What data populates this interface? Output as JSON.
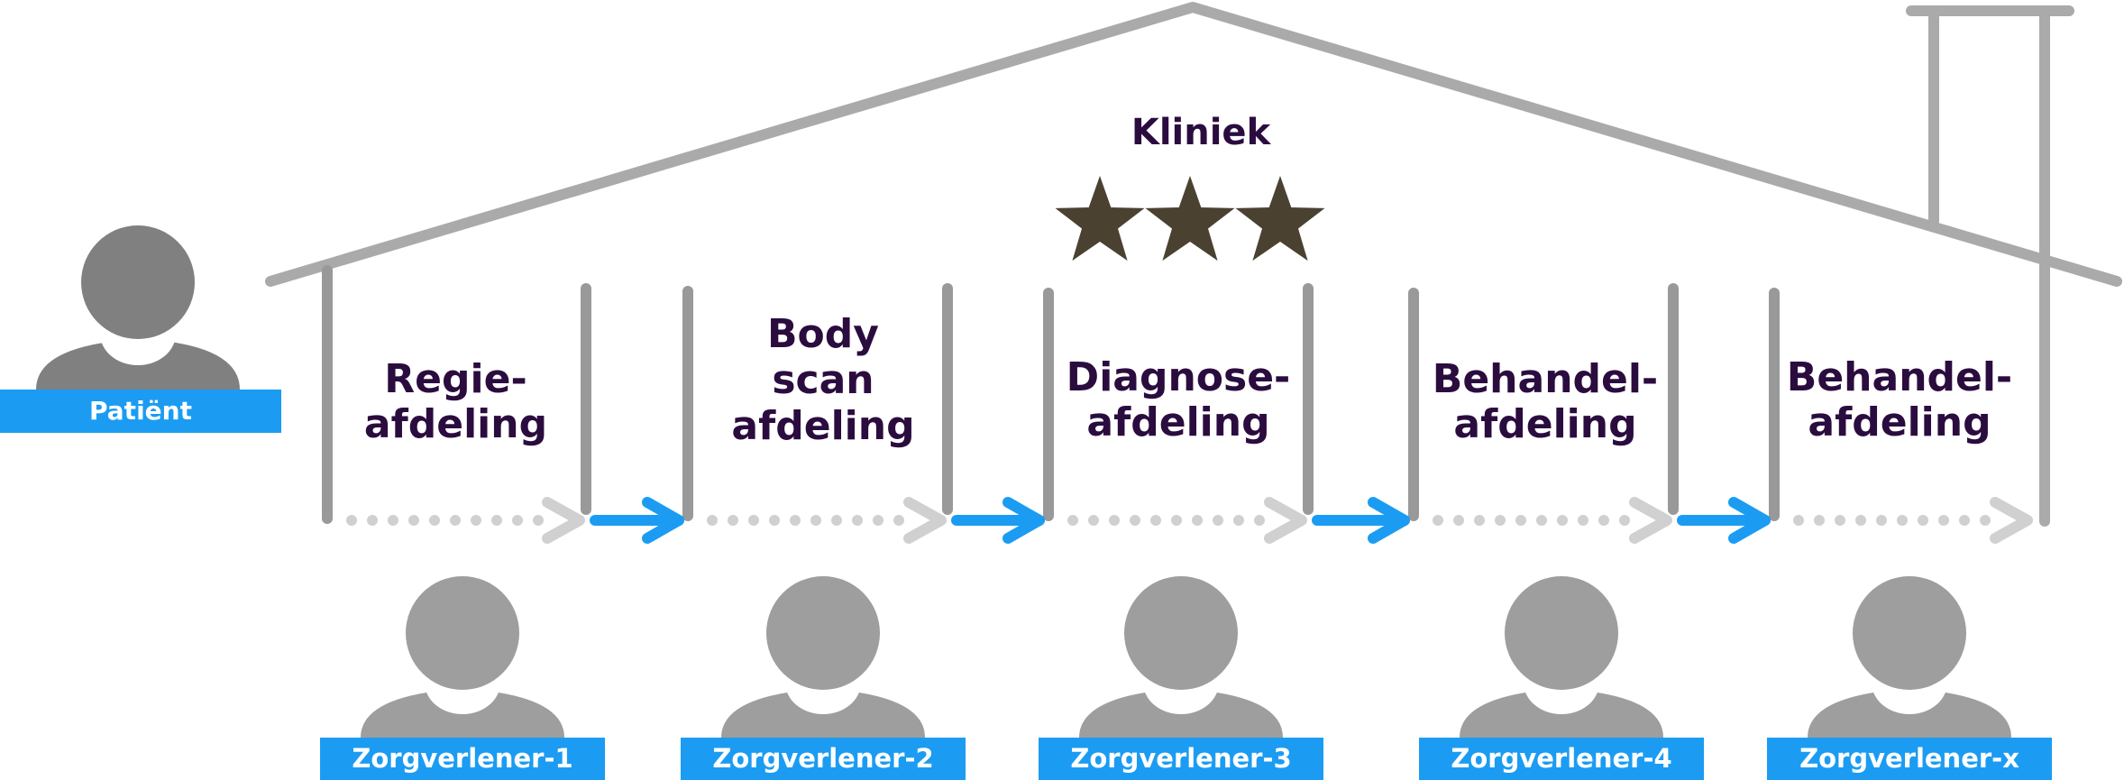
{
  "clinic": {
    "title": "Kliniek",
    "rating_stars": 3
  },
  "patient": {
    "label": "Patiënt"
  },
  "departments": [
    {
      "line1": "Regie-",
      "line2": "afdeling"
    },
    {
      "line1": "Body",
      "line2": "scan",
      "line3": "afdeling"
    },
    {
      "line1": "Diagnose-",
      "line2": "afdeling"
    },
    {
      "line1": "Behandel-",
      "line2": "afdeling"
    },
    {
      "line1": "Behandel-",
      "line2": "afdeling"
    }
  ],
  "caregivers": [
    {
      "label": "Zorgverlener-1"
    },
    {
      "label": "Zorgverlener-2"
    },
    {
      "label": "Zorgverlener-3"
    },
    {
      "label": "Zorgverlener-4"
    },
    {
      "label": "Zorgverlener-x"
    }
  ],
  "colors": {
    "roof": "#aaaaaa",
    "walls": "#999999",
    "flow_dotted": "#d0d0d0",
    "flow_arrow": "#1b9cf2",
    "star": "#4a4131",
    "person_dark": "#808080",
    "person_light": "#9e9e9e",
    "badge": "#1b9cf2",
    "text": "#2b0c3f"
  }
}
